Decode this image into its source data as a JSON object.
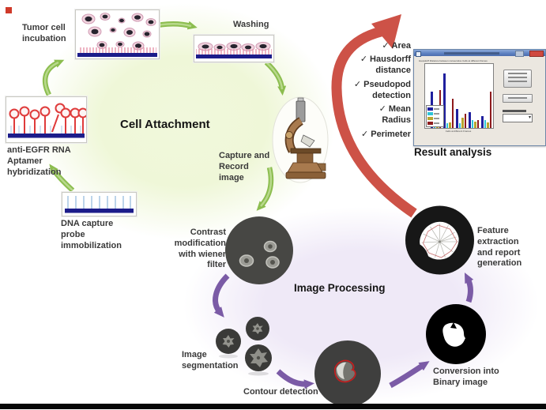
{
  "cell_attachment": {
    "title": "Cell Attachment",
    "steps": {
      "tumor": "Tumor cell\nincubation",
      "washing": "Washing",
      "capture": "Capture and\nRecord\nimage",
      "aptamer": "anti-EGFR RNA\nAptamer\nhybridization",
      "dna": "DNA capture\nprobe\nimmobilization"
    }
  },
  "image_processing": {
    "title": "Image Processing",
    "steps": {
      "contrast": "Contrast\nmodification\nwith wiener\nfilter",
      "segmentation": "Image\nsegmentation",
      "contour": "Contour detection",
      "binary": "Conversion into\nBinary image",
      "feature": "Feature\nextraction\nand report\ngeneration"
    }
  },
  "result_analysis": {
    "title": "Result analysis",
    "checkmark": "✓",
    "checklist": [
      "Area",
      "Hausdorff\ndistance",
      "Pseudopod\ndetection",
      "Mean\nRadius",
      "Perimeter"
    ]
  },
  "chart_data": {
    "type": "bar",
    "title": "Hausdorff Distance between consecutive Cells at different frames",
    "xlabel": "Cells at different Frames",
    "ylabel": "",
    "ylim": [
      0,
      100
    ],
    "grid": false,
    "legend_position": "lower-left",
    "categories": [
      "1",
      "2",
      "3",
      "4",
      "5"
    ],
    "series": [
      {
        "name": "series-1",
        "color": "#1f1f9e",
        "values": [
          62,
          93,
          33,
          27,
          20
        ]
      },
      {
        "name": "series-2",
        "color": "#2ec4d8",
        "values": [
          26,
          8,
          8,
          13,
          14
        ]
      },
      {
        "name": "series-3",
        "color": "#b8a62e",
        "values": [
          9,
          9,
          17,
          11,
          9
        ]
      },
      {
        "name": "series-4",
        "color": "#8e1a1c",
        "values": [
          65,
          50,
          25,
          13,
          62
        ]
      }
    ]
  },
  "colors": {
    "green_arrow": "#8cbd4f",
    "purple_arrow": "#7b5ba6",
    "red_arrow": "#cd5247",
    "navy": "#1c1c8a",
    "bg_green": "#eff7d8",
    "bg_purple": "#efe9f7",
    "cell_pink": "#f1d3de",
    "aptamer_red": "#df3b3b",
    "probe_blue": "#bcd4ea",
    "close_red": "#cf4940"
  }
}
